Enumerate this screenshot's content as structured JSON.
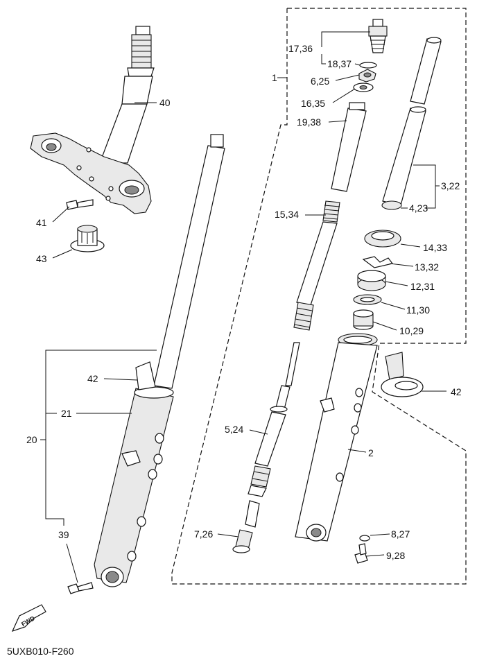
{
  "diagram": {
    "labels": {
      "l1": "1",
      "l2": "2",
      "l3_22": "3,22",
      "l4_23": "4,23",
      "l5_24": "5,24",
      "l6_25": "6,25",
      "l7_26": "7,26",
      "l8_27": "8,27",
      "l9_28": "9,28",
      "l10_29": "10,29",
      "l11_30": "11,30",
      "l12_31": "12,31",
      "l13_32": "13,32",
      "l14_33": "14,33",
      "l15_34": "15,34",
      "l16_35": "16,35",
      "l17_36": "17,36",
      "l18_37": "18,37",
      "l19_38": "19,38",
      "l20": "20",
      "l21": "21",
      "l39": "39",
      "l40": "40",
      "l41": "41",
      "l42a": "42",
      "l42b": "42",
      "l43": "43"
    },
    "fwd_label": "FWD",
    "code": "5UXB010-F260"
  }
}
